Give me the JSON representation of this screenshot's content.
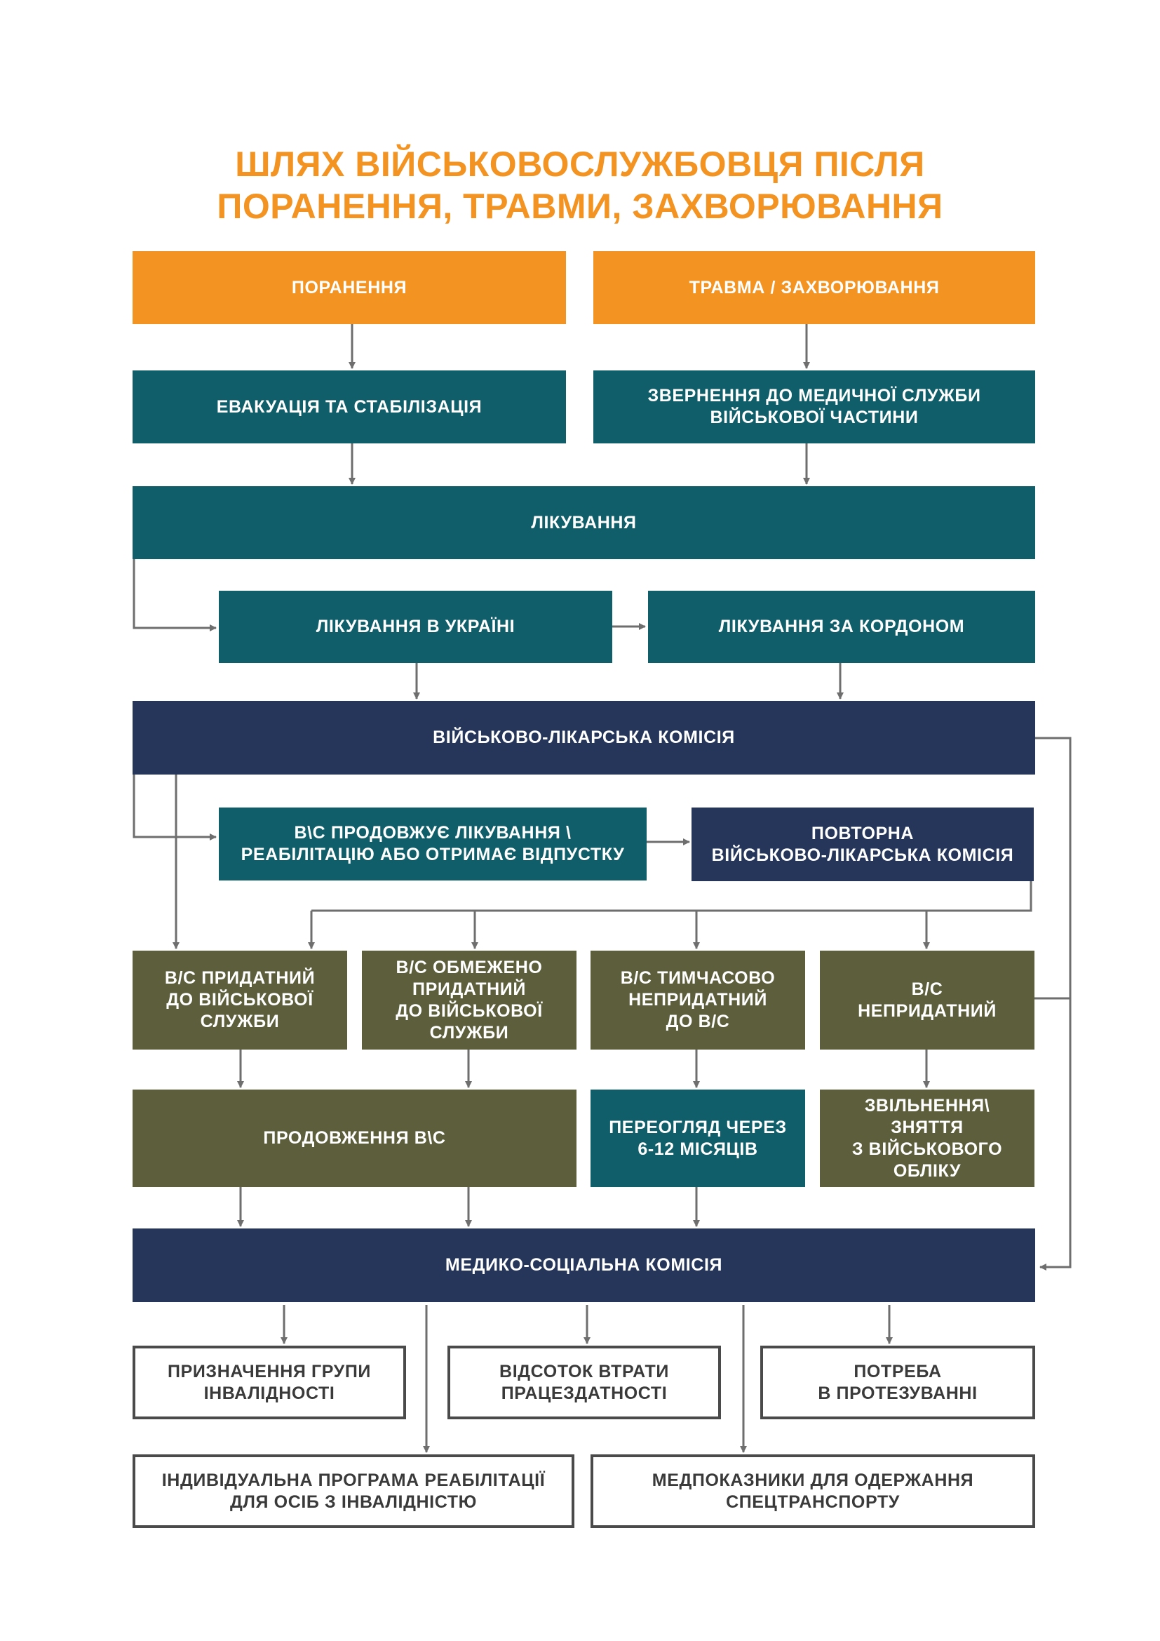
{
  "title": {
    "line1": "ШЛЯХ ВІЙСЬКОВОСЛУЖБОВЦЯ ПІСЛЯ",
    "line2": "ПОРАНЕННЯ, ТРАВМИ, ЗАХВОРЮВАННЯ"
  },
  "colors": {
    "title": "#f39322",
    "orange": "#f39322",
    "teal": "#0f5e69",
    "navy": "#26365a",
    "olive": "#5d5f3c",
    "line": "#6e6e6e"
  },
  "nodes": {
    "injury": "ПОРАНЕННЯ",
    "trauma": "ТРАВМА / ЗАХВОРЮВАННЯ",
    "evacuation": "ЕВАКУАЦІЯ ТА СТАБІЛІЗАЦІЯ",
    "appeal": "ЗВЕРНЕННЯ ДО МЕДИЧНОЇ СЛУЖБИ\nВІЙСЬКОВОЇ ЧАСТИНИ",
    "treatment": "ЛІКУВАННЯ",
    "treatment_ukraine": "ЛІКУВАННЯ В УКРАЇНІ",
    "treatment_abroad": "ЛІКУВАННЯ ЗА КОРДОНОМ",
    "vlk": "ВІЙСЬКОВО-ЛІКАРСЬКА КОМІСІЯ",
    "continue_treatment": "В\\С ПРОДОВЖУЄ ЛІКУВАННЯ \\\nРЕАБІЛІТАЦІЮ АБО ОТРИМАЄ ВІДПУСТКУ",
    "repeat_vlk": "ПОВТОРНА\nВІЙСЬКОВО-ЛІКАРСЬКА КОМІСІЯ",
    "fit": "В/С ПРИДАТНИЙ\nДО ВІЙСЬКОВОЇ\nСЛУЖБИ",
    "limited_fit": "В/С ОБМЕЖЕНО\nПРИДАТНИЙ\nДО ВІЙСЬКОВОЇ\nСЛУЖБИ",
    "temp_unfit": "В/С ТИМЧАСОВО\nНЕПРИДАТНИЙ\nДО В/С",
    "unfit": "В/С\nНЕПРИДАТНИЙ",
    "continue_service": "ПРОДОВЖЕННЯ В\\С",
    "review": "ПЕРЕОГЛЯД ЧЕРЕЗ\n6-12 МІСЯЦІВ",
    "discharge": "ЗВІЛЬНЕННЯ\\\nЗНЯТТЯ\nЗ ВІЙСЬКОВОГО\nОБЛІКУ",
    "msk": "МЕДИКО-СОЦІАЛЬНА КОМІСІЯ",
    "disability_group": "ПРИЗНАЧЕННЯ ГРУПИ\nІНВАЛІДНОСТІ",
    "work_capacity": "ВІДСОТОК ВТРАТИ\nПРАЦЕЗДАТНОСТІ",
    "prosthetics": "ПОТРЕБА\nВ ПРОТЕЗУВАННІ",
    "rehab_program": "ІНДИВІДУАЛЬНА ПРОГРАМА РЕАБІЛІТАЦІЇ\nДЛЯ ОСІБ З ІНВАЛІДНІСТЮ",
    "transport": "МЕДПОКАЗНИКИ ДЛЯ ОДЕРЖАННЯ\nСПЕЦТРАНСПОРТУ"
  }
}
